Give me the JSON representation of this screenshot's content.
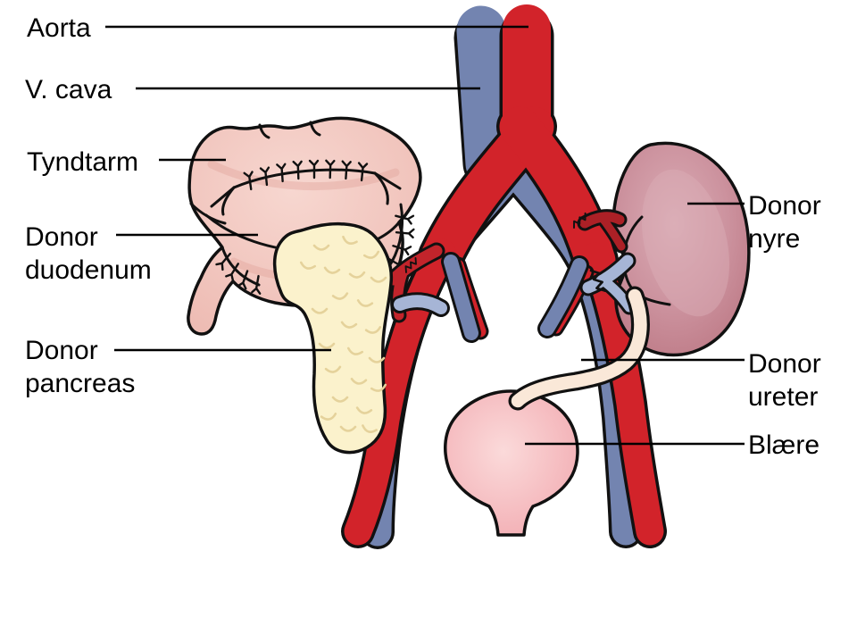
{
  "diagram": {
    "kind": "anatomical illustration — combined pancreas and kidney transplant",
    "labels": {
      "aorta": "Aorta",
      "v_cava": "V. cava",
      "tyndtarm": "Tyndtarm",
      "donor_duodenum": "Donor\nduodenum",
      "donor_pancreas": "Donor\npancreas",
      "donor_nyre": "Donor\nnyre",
      "donor_ureter": "Donor\nureter",
      "blaere": "Blære"
    },
    "colors": {
      "artery_red": "#d2232a",
      "artery_dark_red": "#ac2026",
      "vein_blue": "#7384b0",
      "vein_light_blue": "#a6b5d6",
      "intestine_pink": "#f2c5be",
      "pancreas_cream": "#fbf2cc",
      "kidney_mauve": "#be7b87",
      "bladder_pink": "#f5b6ba",
      "ureter_cream": "#fae8d8",
      "outline": "#111111",
      "background": "#ffffff"
    }
  }
}
